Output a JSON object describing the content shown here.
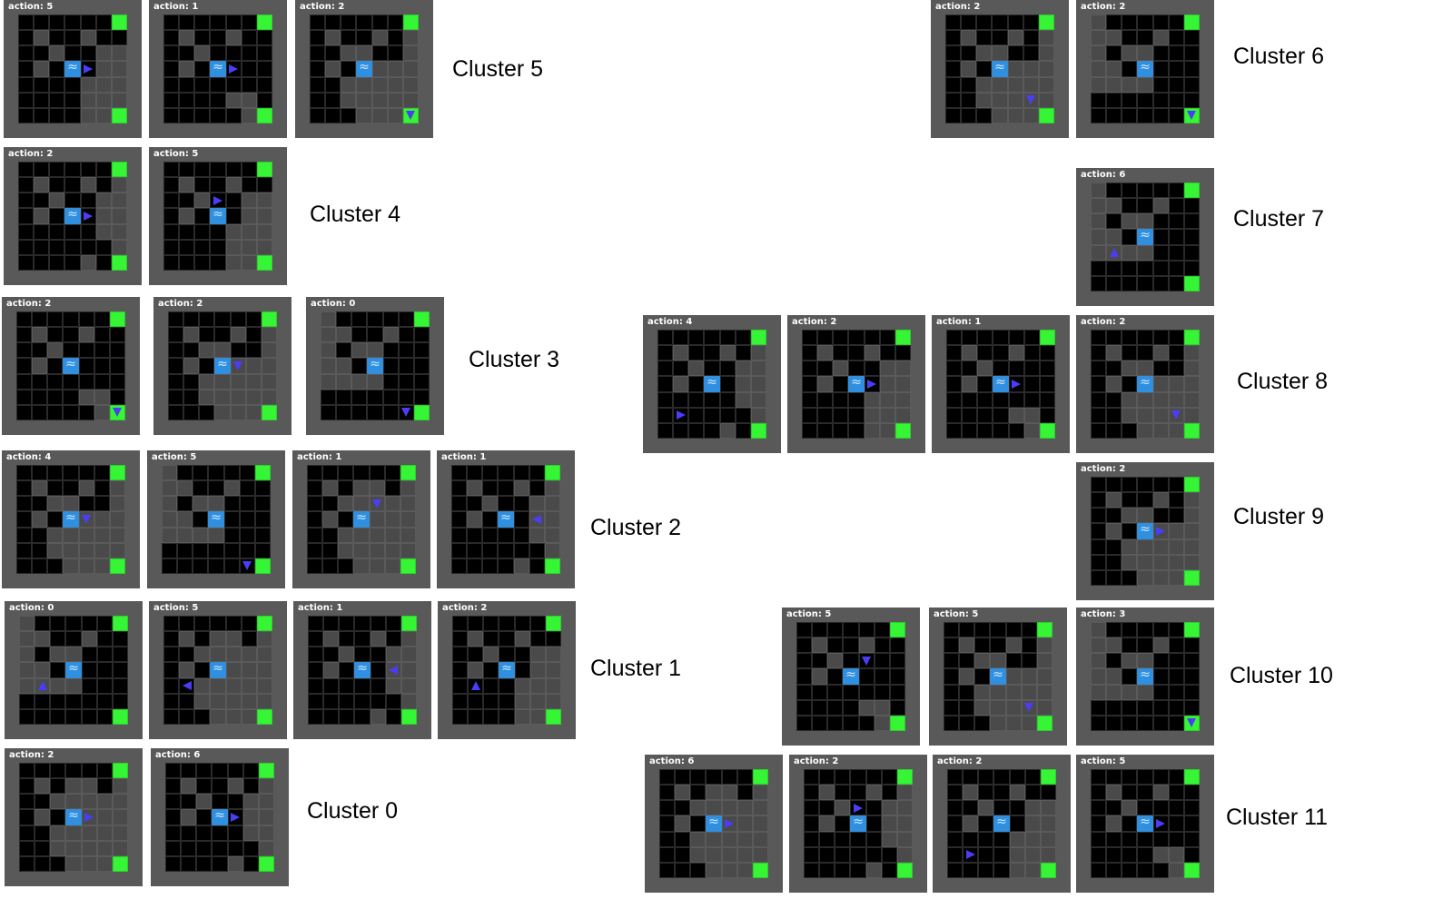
{
  "clusters": [
    {
      "label": "Cluster 5",
      "tiles": [
        {
          "action": "action: 5",
          "arrow": "right"
        },
        {
          "action": "action: 1",
          "arrow": "right"
        },
        {
          "action": "action: 2",
          "arrow": "down"
        }
      ]
    },
    {
      "label": "Cluster 4",
      "tiles": [
        {
          "action": "action: 2",
          "arrow": "right"
        },
        {
          "action": "action: 5",
          "arrow": "right"
        }
      ]
    },
    {
      "label": "Cluster 3",
      "tiles": [
        {
          "action": "action: 2",
          "arrow": "down"
        },
        {
          "action": "action: 2",
          "arrow": "down"
        },
        {
          "action": "action: 0",
          "arrow": "down"
        }
      ]
    },
    {
      "label": "Cluster 2",
      "tiles": [
        {
          "action": "action: 4",
          "arrow": "down"
        },
        {
          "action": "action: 5",
          "arrow": "down"
        },
        {
          "action": "action: 1",
          "arrow": "down"
        },
        {
          "action": "action: 1",
          "arrow": "left"
        }
      ]
    },
    {
      "label": "Cluster 1",
      "tiles": [
        {
          "action": "action: 0",
          "arrow": "up"
        },
        {
          "action": "action: 5",
          "arrow": "left"
        },
        {
          "action": "action: 1",
          "arrow": "left"
        },
        {
          "action": "action: 2",
          "arrow": "up"
        }
      ]
    },
    {
      "label": "Cluster 0",
      "tiles": [
        {
          "action": "action: 2",
          "arrow": "right"
        },
        {
          "action": "action: 6",
          "arrow": "right"
        }
      ]
    },
    {
      "label": "Cluster 6",
      "tiles": [
        {
          "action": "action: 2",
          "arrow": "down"
        },
        {
          "action": "action: 2",
          "arrow": "down"
        }
      ]
    },
    {
      "label": "Cluster 7",
      "tiles": [
        {
          "action": "action: 6",
          "arrow": "up"
        }
      ]
    },
    {
      "label": "Cluster 8",
      "tiles": [
        {
          "action": "action: 4",
          "arrow": "right"
        },
        {
          "action": "action: 2",
          "arrow": "right"
        },
        {
          "action": "action: 1",
          "arrow": "right"
        },
        {
          "action": "action: 2",
          "arrow": "down"
        }
      ]
    },
    {
      "label": "Cluster 9",
      "tiles": [
        {
          "action": "action: 2",
          "arrow": "right"
        }
      ]
    },
    {
      "label": "Cluster 10",
      "tiles": [
        {
          "action": "action: 5",
          "arrow": "down"
        },
        {
          "action": "action: 5",
          "arrow": "down"
        },
        {
          "action": "action: 3",
          "arrow": "down"
        }
      ]
    },
    {
      "label": "Cluster 11",
      "tiles": [
        {
          "action": "action: 6",
          "arrow": "right"
        },
        {
          "action": "action: 2",
          "arrow": "right"
        },
        {
          "action": "action: 2",
          "arrow": "right"
        },
        {
          "action": "action: 5",
          "arrow": "right"
        }
      ]
    }
  ],
  "colors": {
    "frame": "#595959",
    "wall": "#000000",
    "dim_floor": "#4a4a4a",
    "light_floor": "#808080",
    "goal": "#35f535",
    "water": "#2f8fe0",
    "agent_arrow": "#4b3df5"
  }
}
